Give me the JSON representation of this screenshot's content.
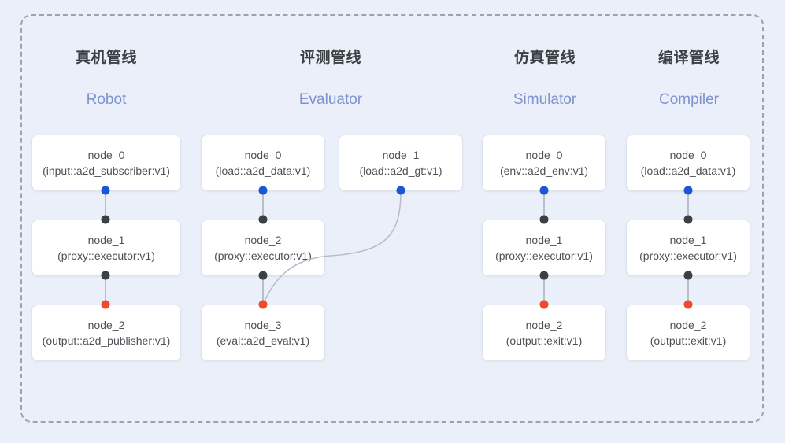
{
  "canvas": {
    "background_color": "#eaeff9",
    "frame_border_color": "#9aa3b5",
    "node_fill_color": "#ffffff",
    "node_border_color": "#dfe3ec",
    "port_blue_color": "#1a56d6",
    "port_dark_color": "#3c4043",
    "port_red_color": "#f04a2a",
    "edge_color": "#b9bec9",
    "header_cn_color": "#3c4043",
    "header_en_color": "#7f92d0"
  },
  "columns": [
    {
      "key": "robot",
      "title_cn": "真机管线",
      "title_en": "Robot",
      "nodes": [
        {
          "id": "node_0",
          "type": "(input::a2d_subscriber:v1)"
        },
        {
          "id": "node_1",
          "type": "(proxy::executor:v1)"
        },
        {
          "id": "node_2",
          "type": "(output::a2d_publisher:v1)"
        }
      ]
    },
    {
      "key": "evaluator",
      "title_cn": "评测管线",
      "title_en": "Evaluator",
      "nodes": [
        {
          "id": "node_0",
          "type": "(load::a2d_data:v1)"
        },
        {
          "id": "node_1",
          "type": "(load::a2d_gt:v1)"
        },
        {
          "id": "node_2",
          "type": "(proxy::executor:v1)"
        },
        {
          "id": "node_3",
          "type": "(eval::a2d_eval:v1)"
        }
      ]
    },
    {
      "key": "simulator",
      "title_cn": "仿真管线",
      "title_en": "Simulator",
      "nodes": [
        {
          "id": "node_0",
          "type": "(env::a2d_env:v1)"
        },
        {
          "id": "node_1",
          "type": "(proxy::executor:v1)"
        },
        {
          "id": "node_2",
          "type": "(output::exit:v1)"
        }
      ]
    },
    {
      "key": "compiler",
      "title_cn": "编译管线",
      "title_en": "Compiler",
      "nodes": [
        {
          "id": "node_0",
          "type": "(load::a2d_data:v1)"
        },
        {
          "id": "node_1",
          "type": "(proxy::executor:v1)"
        },
        {
          "id": "node_2",
          "type": "(output::exit:v1)"
        }
      ]
    }
  ]
}
